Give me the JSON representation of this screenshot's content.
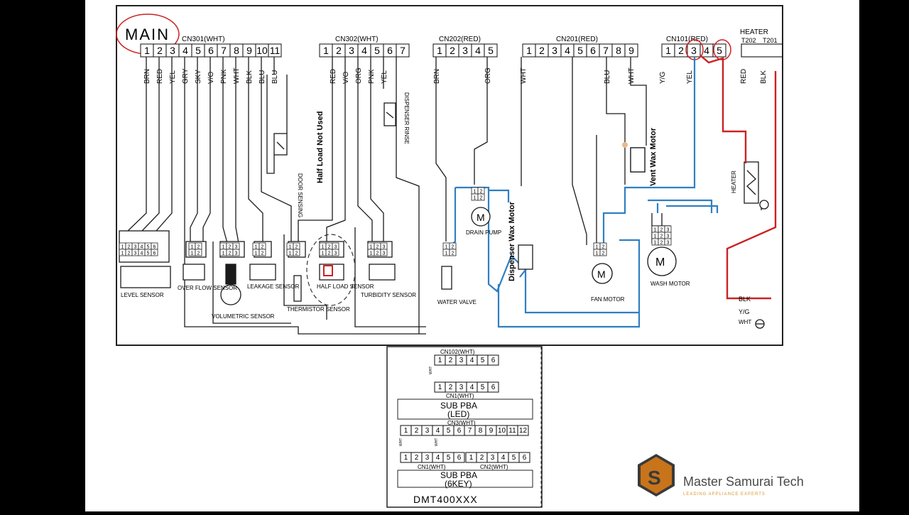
{
  "main": {
    "title": "MAIN",
    "connectors": [
      {
        "id": "cn301",
        "label": "CN301(WHT)",
        "pins": [
          "1",
          "2",
          "3",
          "4",
          "5",
          "6",
          "7",
          "8",
          "9",
          "10",
          "11"
        ],
        "wires": [
          "BRN",
          "RED",
          "YEL",
          "GRY",
          "SKY",
          "V/O",
          "PNK",
          "WHT",
          "BLK",
          "BLU",
          "BLU"
        ]
      },
      {
        "id": "cn302",
        "label": "CN302(WHT)",
        "pins": [
          "1",
          "2",
          "3",
          "4",
          "5",
          "6",
          "7"
        ],
        "wires": [
          "RED",
          "V/O",
          "ORG",
          "PNK",
          "YEL"
        ]
      },
      {
        "id": "cn202",
        "label": "CN202(RED)",
        "pins": [
          "1",
          "2",
          "3",
          "4",
          "5"
        ],
        "wires": [
          "BRN",
          "ORG"
        ]
      },
      {
        "id": "cn201",
        "label": "CN201(RED)",
        "pins": [
          "1",
          "2",
          "3",
          "4",
          "5",
          "6",
          "7",
          "8",
          "9"
        ],
        "wires": [
          "WHT",
          "BLU",
          "WHT"
        ]
      },
      {
        "id": "cn101",
        "label": "CN101(RED)",
        "pins": [
          "1",
          "2",
          "3",
          "4",
          "5"
        ],
        "wires": [
          "Y/G",
          "YEL"
        ]
      }
    ],
    "heater_header": {
      "label": "HEATER",
      "terminals": [
        "T202",
        "T201"
      ],
      "wires": [
        "RED",
        "BLK"
      ]
    }
  },
  "components": {
    "level_sensor": "LEVEL  SENSOR",
    "overflow_sensor": "OVER FLOW SENSOR",
    "volumetric_sensor": "VOLUMETRIC SENSOR",
    "leakage_sensor": "LEAKAGE SENSOR",
    "thermistor_sensor": "THERMISTOR SENSOR",
    "half_load_sensor": "HALF LOAD SENSOR",
    "turbidity_sensor": "TURBIDITY SENSOR",
    "door_sensing": "DOOR SENSING",
    "dispenser_rinse": "DISPENSER RINSE",
    "drain_pump": "DRAIN PUMP",
    "water_valve": "WATER VALVE",
    "fan_motor": "FAN MOTOR",
    "wash_motor": "WASH MOTOR",
    "heater": "HEATER",
    "motor_symbol": "M"
  },
  "annotations": {
    "half_load": "Half Load Not Used",
    "dispenser_wax": "Dispenser Wax Motor",
    "vent_wax": "Vent Wax Motor"
  },
  "ground_wires": [
    "BLK",
    "Y/G",
    "WHT"
  ],
  "sub": {
    "cn102": "CN102(WHT)",
    "cn102_pins": [
      "1",
      "2",
      "3",
      "4",
      "5",
      "6"
    ],
    "cn1": "CN1(WHT)",
    "led_title": "SUB  PBA",
    "led_sub": "(LED)",
    "cn3": "CN3(WHT)",
    "cn3_pins": [
      "1",
      "2",
      "3",
      "4",
      "5",
      "6",
      "7",
      "8",
      "9",
      "10",
      "11",
      "12"
    ],
    "cn1_pins": [
      "1",
      "2",
      "3",
      "4",
      "5",
      "6"
    ],
    "cn2_pins": [
      "1",
      "2",
      "3",
      "4",
      "5",
      "6"
    ],
    "cn1_label": "CN1(WHT)",
    "cn2_label": "CN2(WHT)",
    "key_title": "SUB  PBA",
    "key_sub": "(6KEY)",
    "model": "DMT400XXX",
    "wire_tag": "WHT"
  },
  "brand": {
    "name": "Master Samurai Tech",
    "tagline": "LEADING APPLIANCE EXPERTS",
    "colors": {
      "dark": "#3a3a3a",
      "gold": "#d9962a",
      "orange": "#c8741b"
    }
  },
  "colors": {
    "line": "#1a1a1a",
    "blue": "#2f7fc2",
    "red": "#cc2222"
  }
}
